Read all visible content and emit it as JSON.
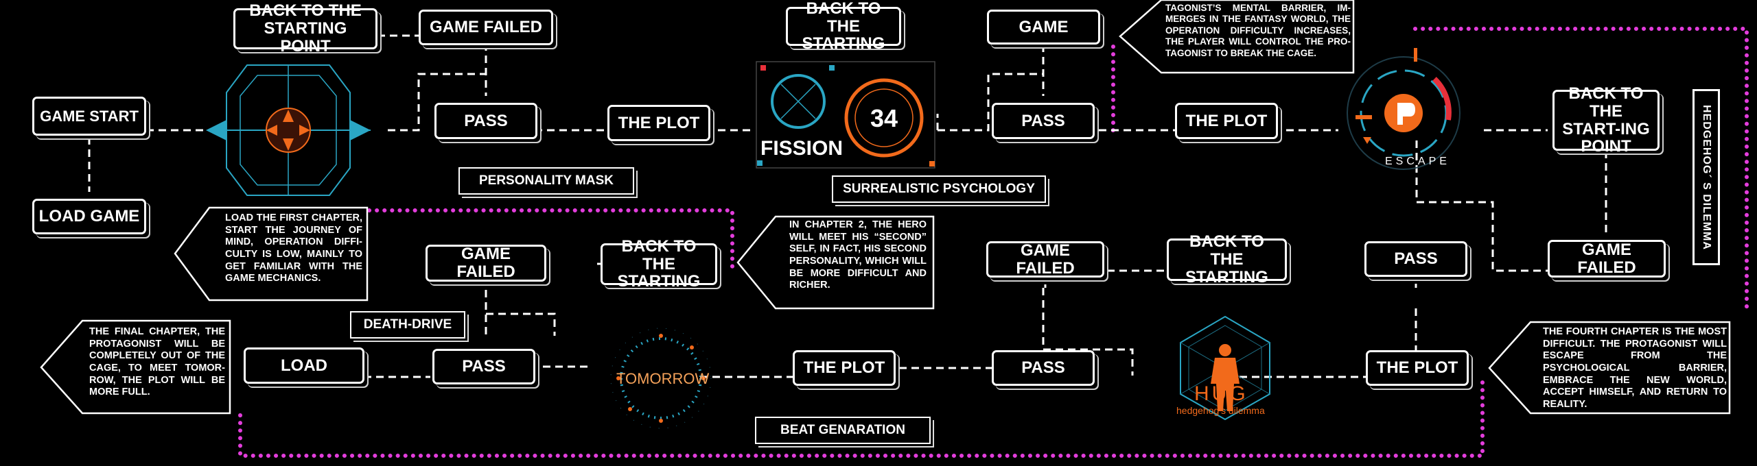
{
  "nodes": {
    "game_start": "GAME START",
    "load_game": "LOAD GAME",
    "back_start_1": "BACK TO THE STARTING POINT",
    "game_failed_1": "GAME FAILED",
    "pass_1": "PASS",
    "plot_1": "THE PLOT",
    "back_start_2": "BACK TO THE STARTING",
    "game_2": "GAME",
    "pass_2": "PASS",
    "plot_2": "THE PLOT",
    "back_start_3": "BACK TO THE START-ING POINT",
    "game_failed_2": "GAME FAILED",
    "pass_3": "PASS",
    "game_failed_3": "GAME FAILED",
    "back_start_4": "BACK TO THE STARTING",
    "game_failed_4": "GAME FAILED",
    "back_start_5": "BACK TO THE STARTING",
    "load": "LOAD",
    "pass_4": "PASS",
    "plot_3": "THE PLOT",
    "pass_5": "PASS",
    "plot_4": "THE PLOT"
  },
  "tags": {
    "personality_mask": "PERSONALITY MASK",
    "surrealistic": "SURREALISTIC PSYCHOLOGY",
    "death_drive": "DEATH-DRIVE",
    "beat": "BEAT GENARATION",
    "hedgehog_dilemma": "HEDGEHOG´ S DILEMMA"
  },
  "callouts": {
    "chapter1": "LOAD THE FIRST CHAPTER, START THE JOURNEY OF MIND, OPERATION DIFFI-CULTY IS LOW, MAINLY TO GET FAMILIAR WITH THE GAME MECHANICS.",
    "chapter2": "IN CHAPTER 2, THE HERO WILL MEET HIS “SECOND” SELF, IN FACT, HIS SECOND PERSONALITY, WHICH WILL BE MORE DIFFICULT AND RICHER.",
    "chapter3": "TAGONIST’S MENTAL BARRIER, IM-MERGES IN THE FANTASY WORLD, THE OPERATION DIFFICULTY INCREASES, THE PLAYER WILL CONTROL THE PRO-TAGONIST TO BREAK THE CAGE.",
    "chapter4": "THE FOURTH CHAPTER IS THE MOST DIFFICULT. THE PROTAGONIST WILL ESCAPE FROM THE PSYCHOLOGICAL BARRIER, EMBRACE THE NEW WORLD, ACCEPT HIMSELF, AND RETURN TO REALITY.",
    "final": "THE FINAL CHAPTER, THE PROTAGONIST WILL BE COMPLETELY OUT OF THE CAGE, TO MEET TOMOR-ROW, THE PLOT WILL BE MORE FULL."
  },
  "art": {
    "fission_label": "FISSION",
    "fission_number": "34",
    "escape_label": "ESCAPE",
    "tomorrow_label": "TOMORROW",
    "hug_label": "HUG",
    "hug_sub": "hedgehog's dilemma"
  },
  "colors": {
    "accent_orange": "#f26a1b",
    "accent_cyan": "#2aa6c4",
    "accent_magenta": "#e33ddc",
    "accent_red": "#e8303a"
  }
}
